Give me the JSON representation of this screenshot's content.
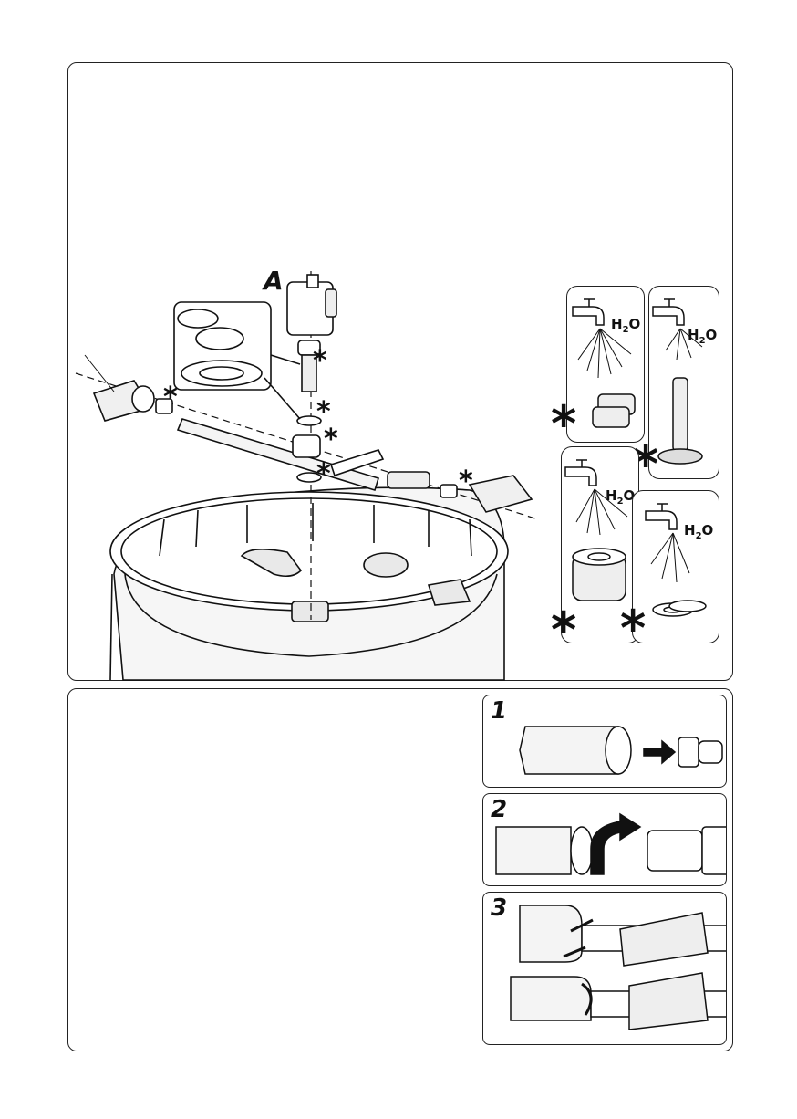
{
  "diagram": {
    "part_label": "A",
    "marker_symbol": "*",
    "water_label": {
      "main": "H",
      "sub": "2",
      "tail": "O"
    }
  },
  "steps": [
    {
      "number": "1"
    },
    {
      "number": "2"
    },
    {
      "number": "3"
    }
  ]
}
